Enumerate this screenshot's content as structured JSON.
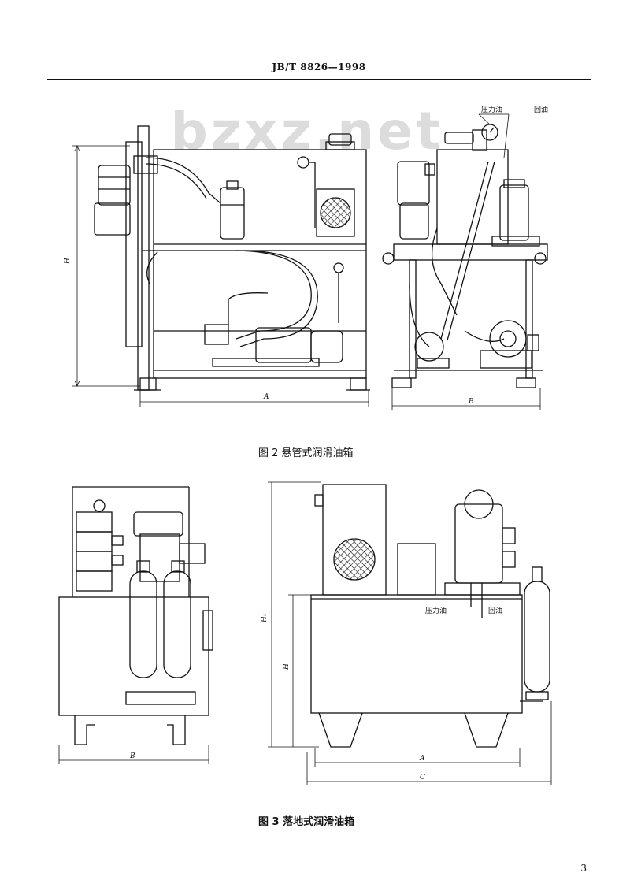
{
  "header": {
    "title": "JB/T 8826—1998"
  },
  "watermark": {
    "text": "bzxz.net"
  },
  "figure2": {
    "caption": "图 2   悬管式润滑油箱",
    "labels": {
      "pressure_oil": "压力油",
      "return_oil": "回油"
    },
    "dimensions": {
      "height": "H",
      "width_front": "A",
      "width_side": "B"
    }
  },
  "figure3": {
    "caption": "图 3   落地式润滑油箱",
    "labels": {
      "pressure_oil": "压力油",
      "return_oil": "回油"
    },
    "dimensions": {
      "height": "H",
      "height_total": "H₁",
      "width_side": "B",
      "width_front": "A",
      "width_total": "C"
    }
  },
  "page": {
    "number": "3"
  }
}
